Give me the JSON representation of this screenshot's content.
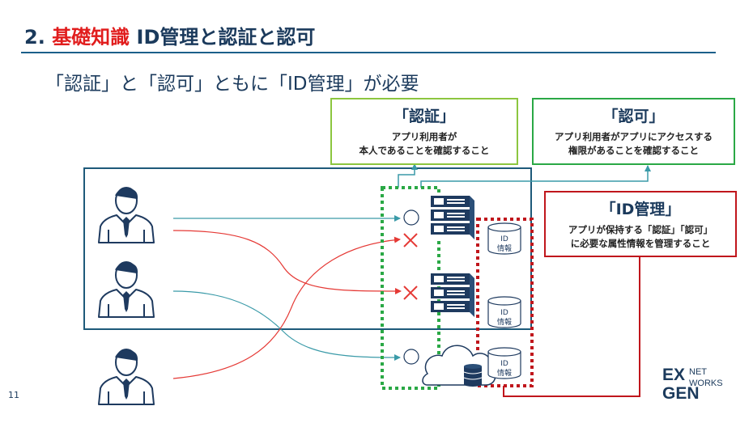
{
  "slide": {
    "title_number": "2.",
    "title_highlight": "基礎知識",
    "title_rest": "ID管理と認証と認可",
    "subtitle": "「認証」と「認可」ともに「ID管理」が必要",
    "page_number": "11"
  },
  "callouts": {
    "authentication": {
      "heading": "「認証」",
      "line1": "アプリ利用者が",
      "line2": "本人であることを確認すること"
    },
    "authorization": {
      "heading": "「認可」",
      "line1": "アプリ利用者がアプリにアクセスする",
      "line2": "権限があることを確認すること"
    },
    "id_management": {
      "heading": "「ID管理」",
      "line1": "アプリが保持する「認証」「認可」",
      "line2": "に必要な属性情報を管理すること"
    }
  },
  "databases": [
    {
      "line1": "ID",
      "line2": "情報"
    },
    {
      "line1": "ID",
      "line2": "情報"
    },
    {
      "line1": "ID",
      "line2": "情報"
    }
  ],
  "logo": {
    "mark1": "EX",
    "mark2": "GEN",
    "text1": "NET",
    "text2": "WORKS"
  },
  "colors": {
    "title_dark": "#1b3a5c",
    "title_red": "#e11d1d",
    "auth_green_light": "#8cc63f",
    "authz_green": "#2aa845",
    "id_red": "#c0161c",
    "flow_teal": "#3a9aa8",
    "flow_red": "#e53935",
    "server_navy": "#1e3a5f"
  },
  "icons": {
    "users": "businessman-icon",
    "servers": "server-rack-icon",
    "cloud": "cloud-icon",
    "db": "database-icon",
    "ok": "circle-icon",
    "ng": "cross-icon"
  }
}
